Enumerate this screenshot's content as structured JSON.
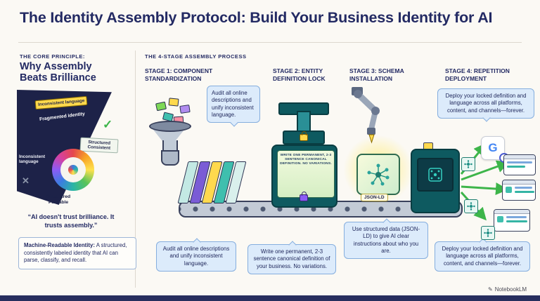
{
  "title": {
    "lead": "The Identity Assembly Protocol:",
    "rest": " Build Your Business Identity for AI"
  },
  "core": {
    "kicker": "THE CORE PRINCIPLE:",
    "heading": "Why Assembly Beats Brilliance",
    "labels": {
      "inconsistent_top": "Inconsistent language",
      "fragmented": "Fragmented identity",
      "structured_consistent": "Structured Consistent",
      "inconsistent_left": "Inconsistent language",
      "structured_parsable": "Structured Parsable",
      "check_glyph": "✓",
      "cross_glyph": "✕"
    },
    "quote": "“AI doesn't trust brilliance. It trusts assembly.”",
    "definition": {
      "title": "Machine-Readable Identity:",
      "body": " A structured, consistently labeled identity that AI can parse, classify, and recall."
    }
  },
  "process": {
    "kicker": "THE 4-STAGE ASSEMBLY PROCESS",
    "stages": [
      {
        "label": "STAGE 1: COMPONENT STANDARDIZATION",
        "top_note": "Audit all online descriptions and unify inconsistent language.",
        "bottom_note": "Audit all online descriptions and unify inconsistent language."
      },
      {
        "label": "STAGE 2: ENTITY DEFINITION LOCK",
        "screen_text": "WRITE ONE PERMANENT, 2-3 SENTENCE CANONICAL DEFINITION. NO VARIATIONS.",
        "bottom_note": "Write one permanent, 2-3 sentence canonical definition of your business. No variations."
      },
      {
        "label": "STAGE 3: SCHEMA INSTALLATION",
        "cube_label": "JSON-LD",
        "bottom_note": "Use structured data (JSON-LD) to give AI clear instructions about who you are."
      },
      {
        "label": "STAGE 4: REPETITION DEPLOYMENT",
        "top_note": "Deploy your locked definition and language across all platforms, content, and channels—forever.",
        "bottom_note": "Deploy your locked definition and language across all platforms, content, and channels—forever."
      }
    ]
  },
  "icons": {
    "google_letter": "G",
    "pen_glyph": "✎"
  },
  "brand": {
    "name": "NotebookLM"
  },
  "palette": {
    "navy": "#232a5e",
    "cream": "#fbf9f4",
    "callout_bg": "#dcebfb",
    "callout_border": "#85aede",
    "machine_teal": "#0e5a60",
    "accent_green": "#3db54a",
    "accent_yellow": "#ffd94d",
    "accent_purple": "#7a5cd6"
  }
}
